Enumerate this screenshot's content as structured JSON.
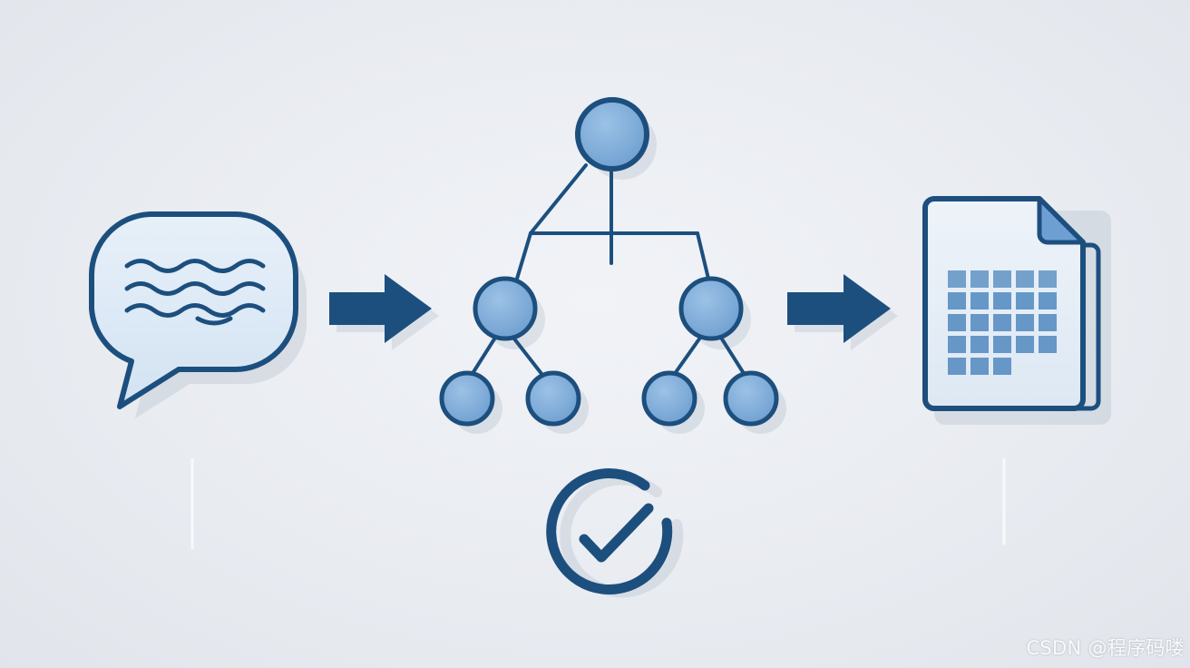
{
  "diagram": {
    "nodes": [
      {
        "id": "input-message",
        "icon": "chat-bubble-icon"
      },
      {
        "id": "structure-tree",
        "icon": "hierarchy-tree-icon"
      },
      {
        "id": "output-document",
        "icon": "spreadsheet-document-icon"
      },
      {
        "id": "validation",
        "icon": "check-circle-icon"
      }
    ],
    "edges": [
      {
        "from": "input-message",
        "to": "structure-tree",
        "icon": "arrow-right-icon"
      },
      {
        "from": "structure-tree",
        "to": "output-document",
        "icon": "arrow-right-icon"
      }
    ]
  },
  "colors": {
    "primary": "#1c4f7e",
    "node_fill": "#7aa8d6",
    "cell_fill": "#5f92c4",
    "background": "#eceff3"
  },
  "watermark": {
    "text": "CSDN @程序码喽"
  }
}
